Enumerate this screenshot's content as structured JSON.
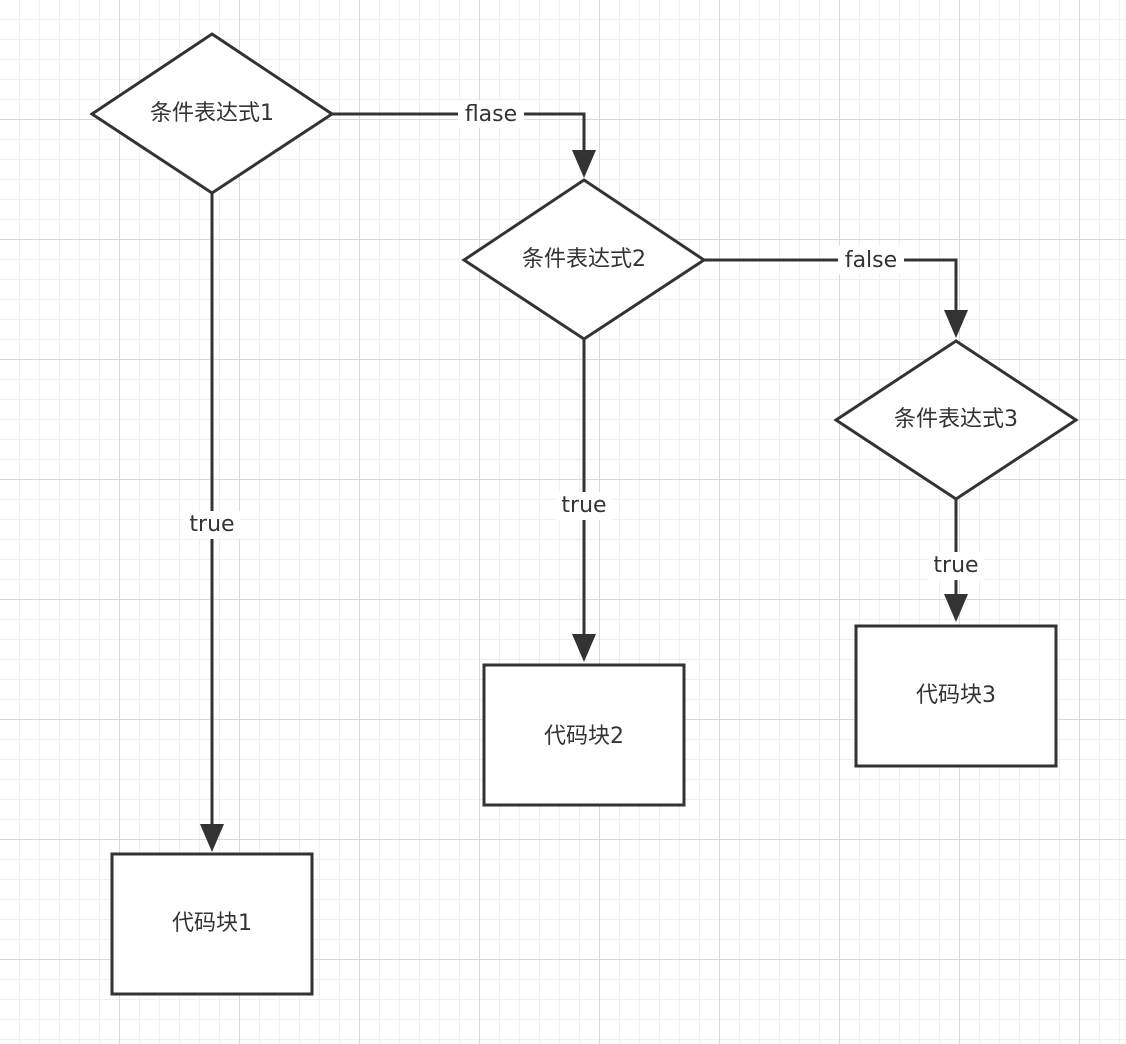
{
  "nodes": {
    "cond1": {
      "label": "条件表达式1"
    },
    "cond2": {
      "label": "条件表达式2"
    },
    "cond3": {
      "label": "条件表达式3"
    },
    "block1": {
      "label": "代码块1"
    },
    "block2": {
      "label": "代码块2"
    },
    "block3": {
      "label": "代码块3"
    }
  },
  "edges": {
    "cond1_true": {
      "label": "true"
    },
    "cond1_false": {
      "label": "flase"
    },
    "cond2_true": {
      "label": "true"
    },
    "cond2_false": {
      "label": "false"
    },
    "cond3_true": {
      "label": "true"
    }
  }
}
